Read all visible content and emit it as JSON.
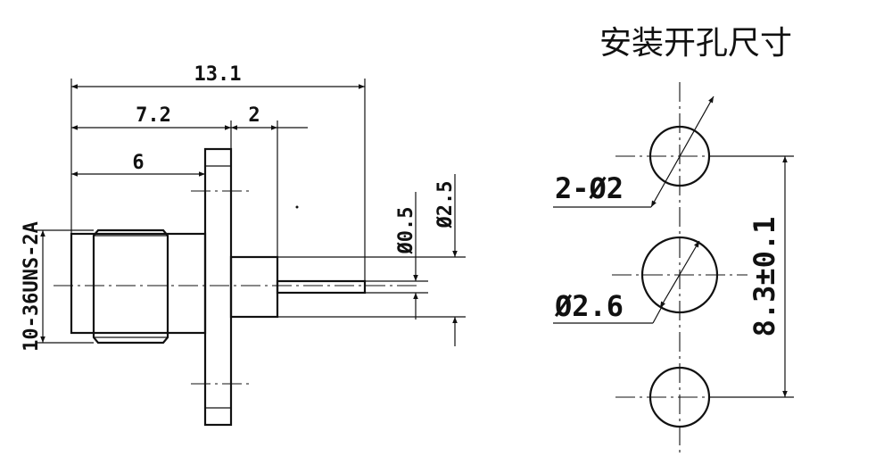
{
  "title": "安装开孔尺寸",
  "side_view": {
    "dim_total": "13.1",
    "dim_flange_pos": "7.2",
    "dim_pin": "2",
    "dim_body": "6",
    "thread": "10-36UNS-2A",
    "pin_dia": "Ø0.5",
    "insulator_dia": "Ø2.5"
  },
  "panel_cutout": {
    "mount_holes": "2-Ø2",
    "center_hole": "Ø2.6",
    "hole_spacing": "8.3±0.1"
  }
}
